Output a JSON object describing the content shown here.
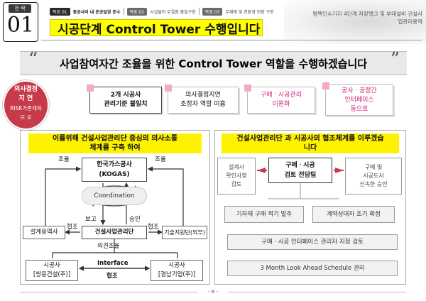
{
  "header": {
    "strategy_tag": "전 략",
    "strategy_number": "01",
    "goals": [
      {
        "tag": "목표 01",
        "text": "총공사비 내 준공일정 준수",
        "active": true
      },
      {
        "tag": "목표 02",
        "text": "시설물의 무결점 품질구현",
        "active": false
      },
      {
        "tag": "목표 03",
        "text": "무재해 및 친환경 현장 구현",
        "active": false
      }
    ],
    "logo_text": "평택인수기지 4단계 저장탱크 및 부대설비 건설사업관리용역",
    "title": "시공단계 Control Tower 수행입니다"
  },
  "banner": {
    "open_quote": "“",
    "text": "사업참여자간 조율을 위한 Control Tower 역할을 수행하겠습니다",
    "close_quote": "”"
  },
  "decision": {
    "line1": "의사결정",
    "line2": "지 연",
    "line3": "RISK가존재하",
    "line4": "므 오"
  },
  "issues": [
    {
      "line1": "2개 시공사",
      "line2": "관리기준 불일치"
    },
    {
      "line1": "의사결정지연",
      "line2": "조정자 역할 미흡"
    },
    {
      "line1": "구매ㆍ시공관리",
      "line2": "이원화"
    },
    {
      "line1": "공사ㆍ공정간",
      "line2": "인터페이스",
      "line3": "등으로"
    }
  ],
  "left_panel": {
    "title_line1": "이를위해 건설사업관리단 중심의 의사소통",
    "title_line2": "체계를 구축 하여",
    "kogas_line1": "한국가스공사",
    "kogas_line2": "(KOGAS)",
    "coordination": "Coordination",
    "left_label_top": "조율",
    "right_label_top": "조율",
    "report": "보고",
    "approval": "승인",
    "cooperation_left": "협조",
    "cooperation_right": "협조",
    "opinion": "의견조율",
    "interface": "Interface",
    "cooperation_bottom": "협조",
    "design_service": "설계용역사",
    "construction_manager": "건설사업관리단",
    "tech_support": "기술지원단(외부)",
    "contractor_left_line1": "시공사",
    "contractor_left_line2": "[쌍용건설(주)]",
    "contractor_right_line1": "시공사",
    "contractor_right_line2": "[경남기업(주)]"
  },
  "right_panel": {
    "title_line1": "건설사업관리단 과 시공사의 협조체계를 이루겠습",
    "title_line2": "니다",
    "left_box_line1": "설계사",
    "left_box_line2": "확인사항",
    "left_box_line3": "검토",
    "center_line1": "구매ㆍ시공",
    "center_line2": "검토 전담팀",
    "right_box_line1": "구매 및",
    "right_box_line2": "시공도서",
    "right_box_line3": "신속한 승인",
    "mid_left": "기자재 구매 적기 발주",
    "mid_right": "계약상대자 조기 확정",
    "wide_1": "구매ㆍ시공 인터페이스 관리자 지정 검토",
    "wide_2": "3 Month Look Ahead Schedule 관리"
  },
  "footer": {
    "page": "- 8 -"
  }
}
